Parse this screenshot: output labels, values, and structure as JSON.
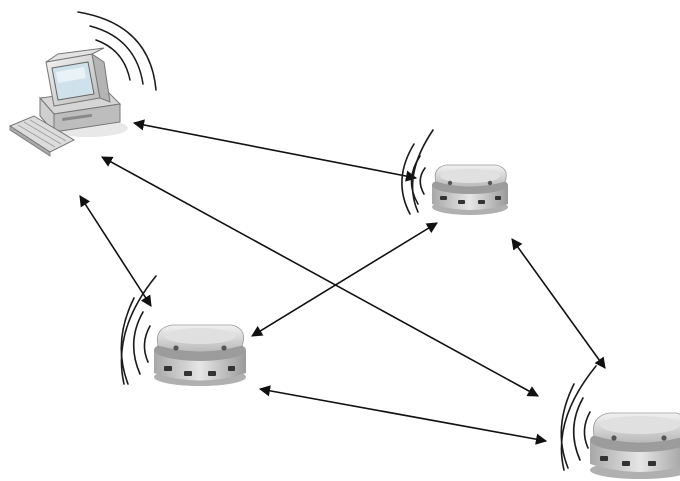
{
  "diagram": {
    "nodes": [
      {
        "id": "computer",
        "kind": "desktop-computer"
      },
      {
        "id": "robot-a",
        "kind": "mobile-robot"
      },
      {
        "id": "robot-b",
        "kind": "mobile-robot"
      },
      {
        "id": "robot-c",
        "kind": "mobile-robot"
      }
    ],
    "links": [
      {
        "from": "computer",
        "to": "robot-a",
        "direction": "bidirectional"
      },
      {
        "from": "computer",
        "to": "robot-b",
        "direction": "bidirectional"
      },
      {
        "from": "computer",
        "to": "robot-c",
        "direction": "bidirectional"
      },
      {
        "from": "robot-a",
        "to": "robot-b",
        "direction": "bidirectional"
      },
      {
        "from": "robot-a",
        "to": "robot-c",
        "direction": "bidirectional"
      },
      {
        "from": "robot-b",
        "to": "robot-c",
        "direction": "bidirectional"
      }
    ],
    "icons": [
      "wireless-signal-icon",
      "desktop-computer-icon",
      "mobile-robot-icon"
    ],
    "colors": {
      "arrow": "#111111",
      "signal": "#1a1a1a",
      "robot_body": "#c9c9c9",
      "background": "#ffffff"
    }
  }
}
